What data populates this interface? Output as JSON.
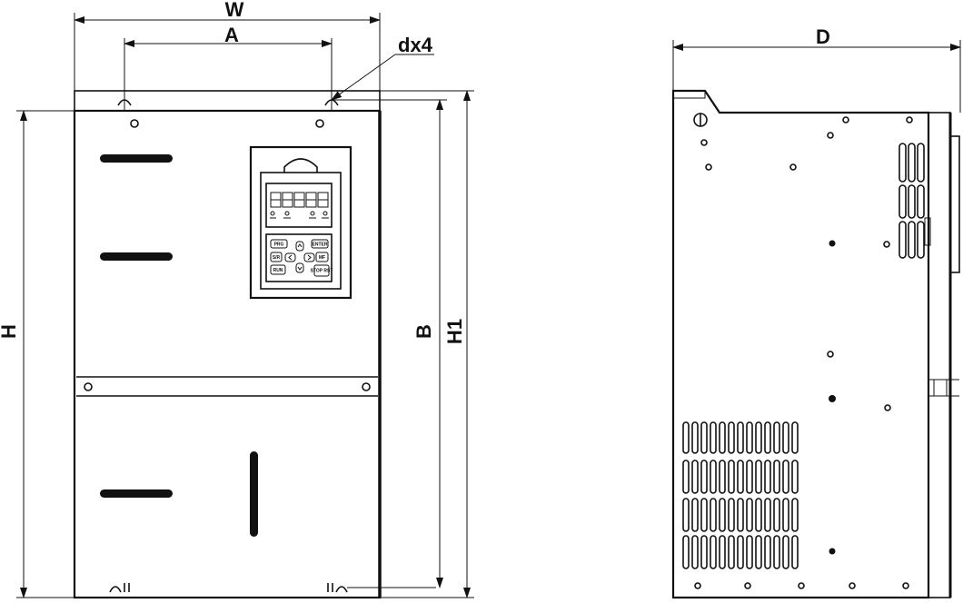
{
  "dimensions": {
    "w": "W",
    "a": "A",
    "d": "D",
    "h": "H",
    "b": "B",
    "h1": "H1",
    "hole": "dx4"
  },
  "keypad": {
    "prg": "PRG",
    "enter": "ENTER",
    "mf": "MF",
    "run": "RUN",
    "sr": "S/R",
    "stop": "STOP RST"
  }
}
